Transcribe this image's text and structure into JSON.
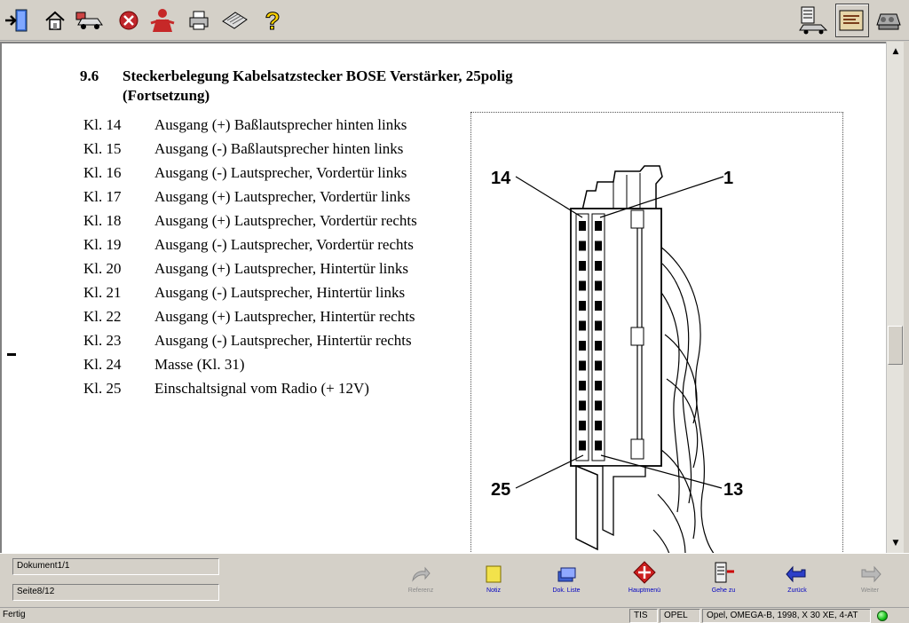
{
  "toolbar": {
    "left_icons": [
      "exit-icon",
      "home-icon",
      "vehicle-selection-icon",
      "stop-icon",
      "user-icon",
      "print-icon",
      "keyboard-icon",
      "help-icon"
    ],
    "right_icons": [
      "vehicle-diagnostics-icon",
      "manual-icon",
      "engine-icon"
    ]
  },
  "document": {
    "section_number": "9.6",
    "title_line1": "Steckerbelegung Kabelsatzstecker BOSE Verstärker, 25polig",
    "title_line2": "(Fortsetzung)",
    "rows": [
      {
        "kl": "Kl. 14",
        "desc": "Ausgang (+) Baßlautsprecher hinten links"
      },
      {
        "kl": "Kl. 15",
        "desc": "Ausgang (-) Baßlautsprecher hinten links"
      },
      {
        "kl": "Kl. 16",
        "desc": "Ausgang (-) Lautsprecher, Vordertür links"
      },
      {
        "kl": "Kl. 17",
        "desc": "Ausgang (+) Lautsprecher, Vordertür links"
      },
      {
        "kl": "Kl. 18",
        "desc": "Ausgang (+) Lautsprecher, Vordertür rechts"
      },
      {
        "kl": "Kl. 19",
        "desc": "Ausgang (-) Lautsprecher, Vordertür rechts"
      },
      {
        "kl": "Kl. 20",
        "desc": "Ausgang (+) Lautsprecher, Hintertür links"
      },
      {
        "kl": "Kl. 21",
        "desc": "Ausgang (-) Lautsprecher, Hintertür links"
      },
      {
        "kl": "Kl. 22",
        "desc": "Ausgang (+) Lautsprecher, Hintertür rechts"
      },
      {
        "kl": "Kl. 23",
        "desc": "Ausgang (-) Lautsprecher, Hintertür rechts"
      },
      {
        "kl": "Kl. 24",
        "desc": "Masse (Kl. 31)"
      },
      {
        "kl": "Kl. 25",
        "desc": "Einschaltsignal vom Radio (+ 12V)"
      }
    ],
    "figure_labels": {
      "top_left": "14",
      "top_right": "1",
      "bottom_left": "25",
      "bottom_right": "13"
    }
  },
  "panel": {
    "document_field": "Dokument1/1",
    "page_field": "Seite8/12"
  },
  "nav": {
    "reference": "Referenz",
    "notes": "Notiz",
    "doc_list": "Dok. Liste",
    "main_menu": "Hauptmenü",
    "goto": "Gehe zu",
    "back": "Zurück",
    "forward": "Weiter"
  },
  "status": {
    "left": "Fertig",
    "app": "TIS",
    "brand": "OPEL",
    "vehicle": "Opel, OMEGA-B, 1998, X 30 XE, 4-AT"
  },
  "colors": {
    "nav_label": "#0000c0",
    "status_led": "#17c21b",
    "main_menu_icon": "#cc1f1f",
    "notes_icon": "#f2e24b"
  }
}
